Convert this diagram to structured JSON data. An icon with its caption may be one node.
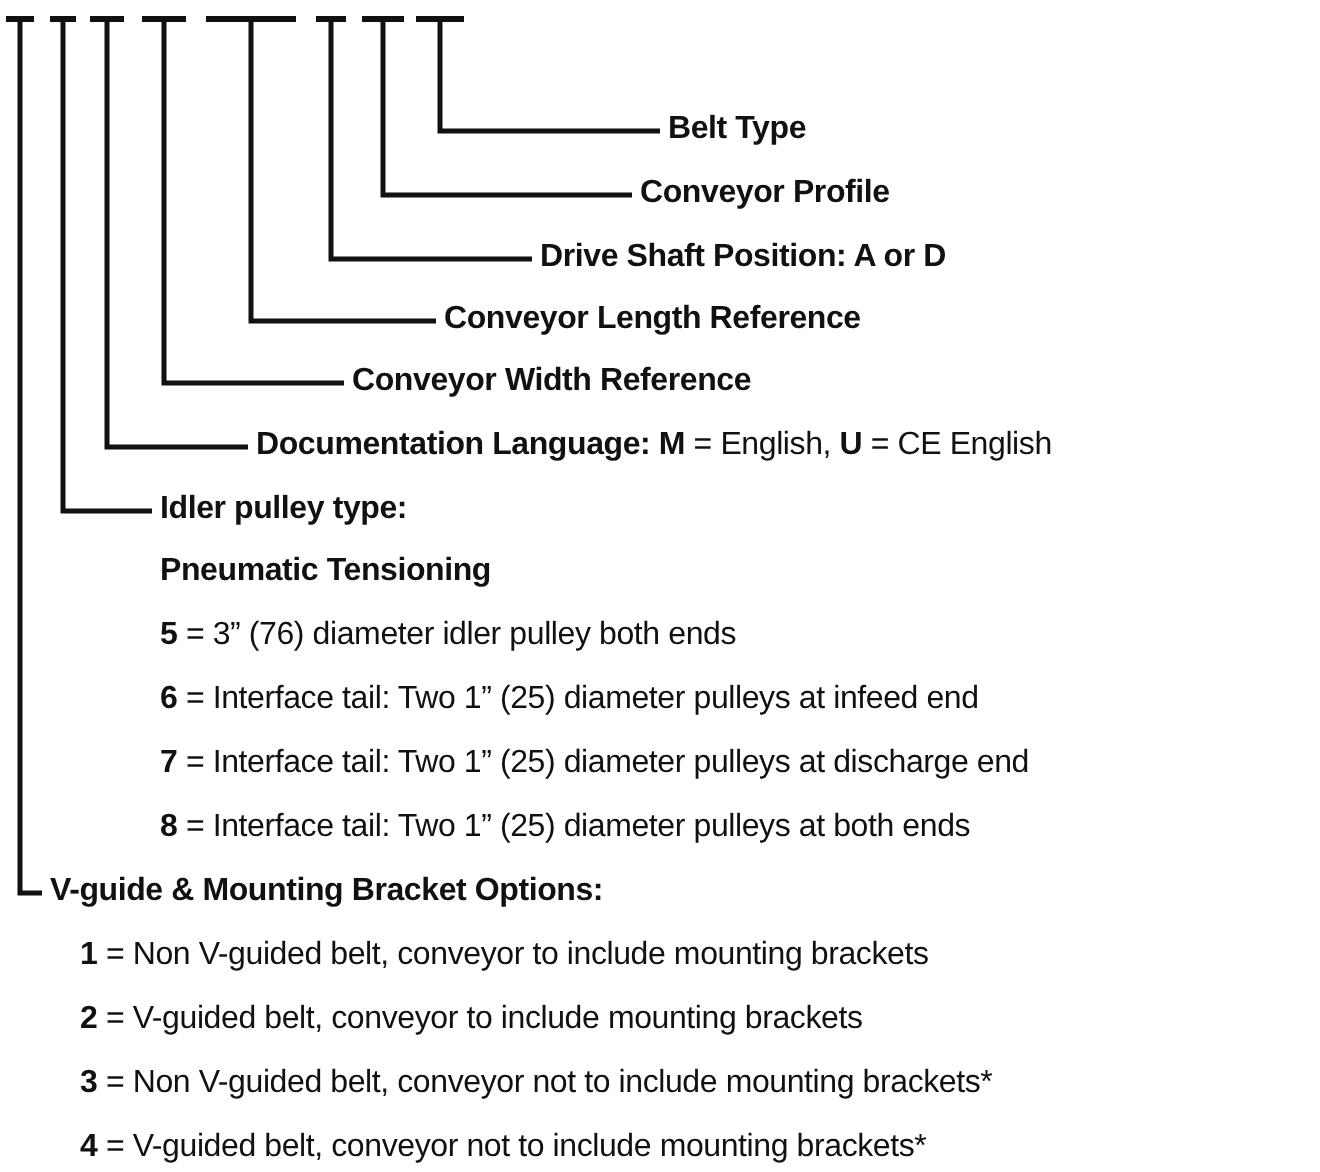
{
  "diagram": {
    "nodes": [
      {
        "text": [],
        "shape": "bar"
      },
      {
        "text": [],
        "shape": "bar"
      },
      {
        "text": [],
        "shape": "bar"
      },
      {
        "text": [],
        "shape": "bar"
      },
      {
        "text": [],
        "shape": "bar"
      },
      {
        "text": [],
        "shape": "bar"
      },
      {
        "text": [],
        "shape": "bar"
      },
      {
        "text": [],
        "shape": "bar"
      },
      {
        "text": [
          "Belt Type"
        ]
      },
      {
        "text": [
          "Conveyor Profile"
        ]
      },
      {
        "text": [
          "Drive Shaft Position: A or D"
        ]
      },
      {
        "text": [
          "Conveyor Length Reference"
        ]
      },
      {
        "text": [
          "Conveyor Width Reference"
        ]
      },
      {
        "text": [
          "**Documentation Language: M** = English, **U** = CE English"
        ]
      },
      {
        "text": [
          "Idler pulley type:",
          "Pneumatic Tensioning"
        ]
      },
      {
        "text": [
          "V-guide & Mounting Bracket Options:"
        ]
      }
    ],
    "edges": [
      {
        "from": 8,
        "to": 7,
        "arrow": "none"
      },
      {
        "from": 9,
        "to": 6,
        "arrow": "none"
      },
      {
        "from": 10,
        "to": 5,
        "arrow": "none"
      },
      {
        "from": 11,
        "to": 4,
        "arrow": "none"
      },
      {
        "from": 12,
        "to": 3,
        "arrow": "none"
      },
      {
        "from": 13,
        "to": 2,
        "arrow": "none"
      },
      {
        "from": 14,
        "to": 1,
        "arrow": "none"
      },
      {
        "from": 15,
        "to": 0,
        "arrow": "none"
      }
    ],
    "labels": [
      "**5** = 3” (76) diameter idler pulley both ends",
      "**6** = Interface tail: Two 1” (25) diameter pulleys at infeed end",
      "**7** = Interface tail: Two 1” (25) diameter pulleys at discharge end",
      "**8** = Interface tail: Two 1” (25) diameter pulleys at both ends",
      "**1** = Non V-guided belt, conveyor to include mounting brackets",
      "**2** = V-guided belt, conveyor to include mounting brackets",
      "**3** = Non V-guided belt, conveyor not to include mounting brackets*",
      "**4** = V-guided belt, conveyor not to include mounting brackets*"
    ]
  }
}
